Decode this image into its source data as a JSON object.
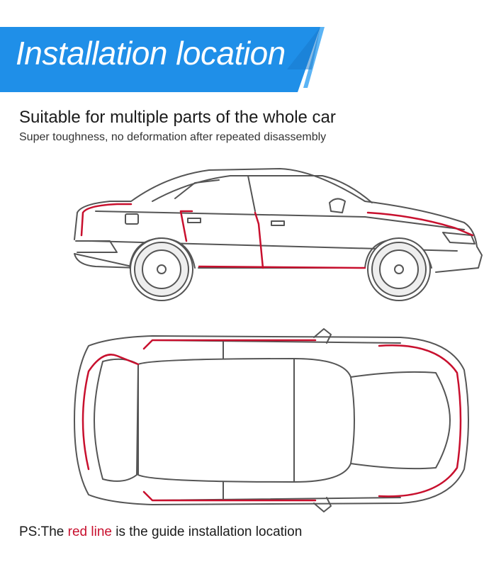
{
  "banner": {
    "title": "Installation location",
    "colors": {
      "main": "#1f8fe8",
      "accent": "#5bb4f5"
    }
  },
  "headline": "Suitable for multiple parts of the whole car",
  "subline": "Super toughness, no deformation after repeated disassembly",
  "illustrations": {
    "side_view": "car-side-view",
    "top_view": "car-top-view",
    "guide_line_color": "#c8102e",
    "outline_color": "#555555"
  },
  "note": {
    "prefix": "PS:The ",
    "highlight": "red line",
    "suffix": " is the guide installation location"
  }
}
